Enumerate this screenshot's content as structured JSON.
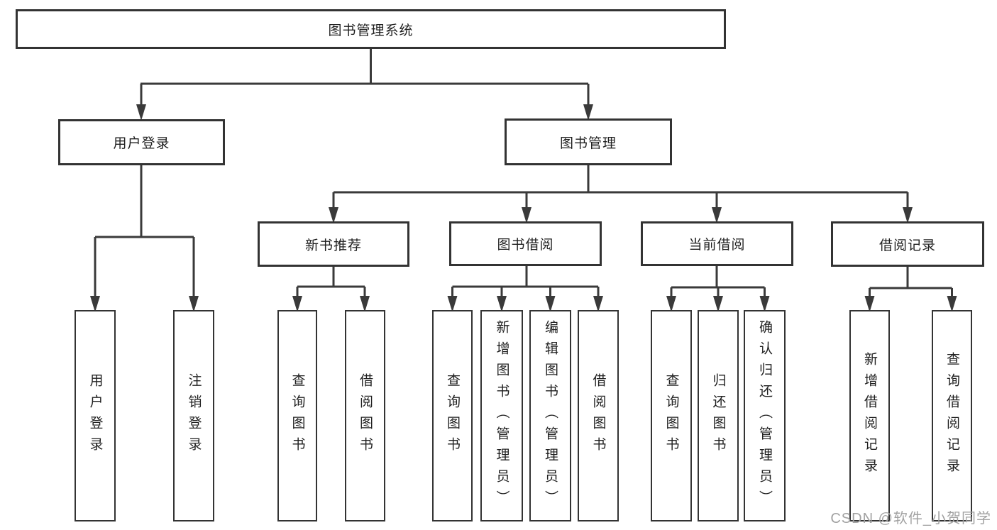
{
  "nodes": {
    "root": "图书管理系统",
    "level2": {
      "user_login": "用户登录",
      "book_mgmt": "图书管理"
    },
    "level3": {
      "new_books": "新书推荐",
      "book_borrow": "图书借阅",
      "current_borrow": "当前借阅",
      "borrow_records": "借阅记录"
    },
    "leaves": {
      "user_login": [
        "用户登录",
        "注销登录"
      ],
      "new_books": [
        "查询图书",
        "借阅图书"
      ],
      "book_borrow": [
        "查询图书",
        "新增图书（管理员）",
        "编辑图书（管理员）",
        "借阅图书"
      ],
      "current_borrow": [
        "查询图书",
        "归还图书",
        "确认归还（管理员）"
      ],
      "borrow_records": [
        "新增借阅记录",
        "查询借阅记录"
      ]
    }
  },
  "watermark": "CSDN @软件_小贺同学",
  "colors": {
    "line": "#3a3a3a",
    "box_border": "#333333",
    "text": "#1f1f1f",
    "watermark": "#a2a2a2",
    "background": "#ffffff"
  }
}
